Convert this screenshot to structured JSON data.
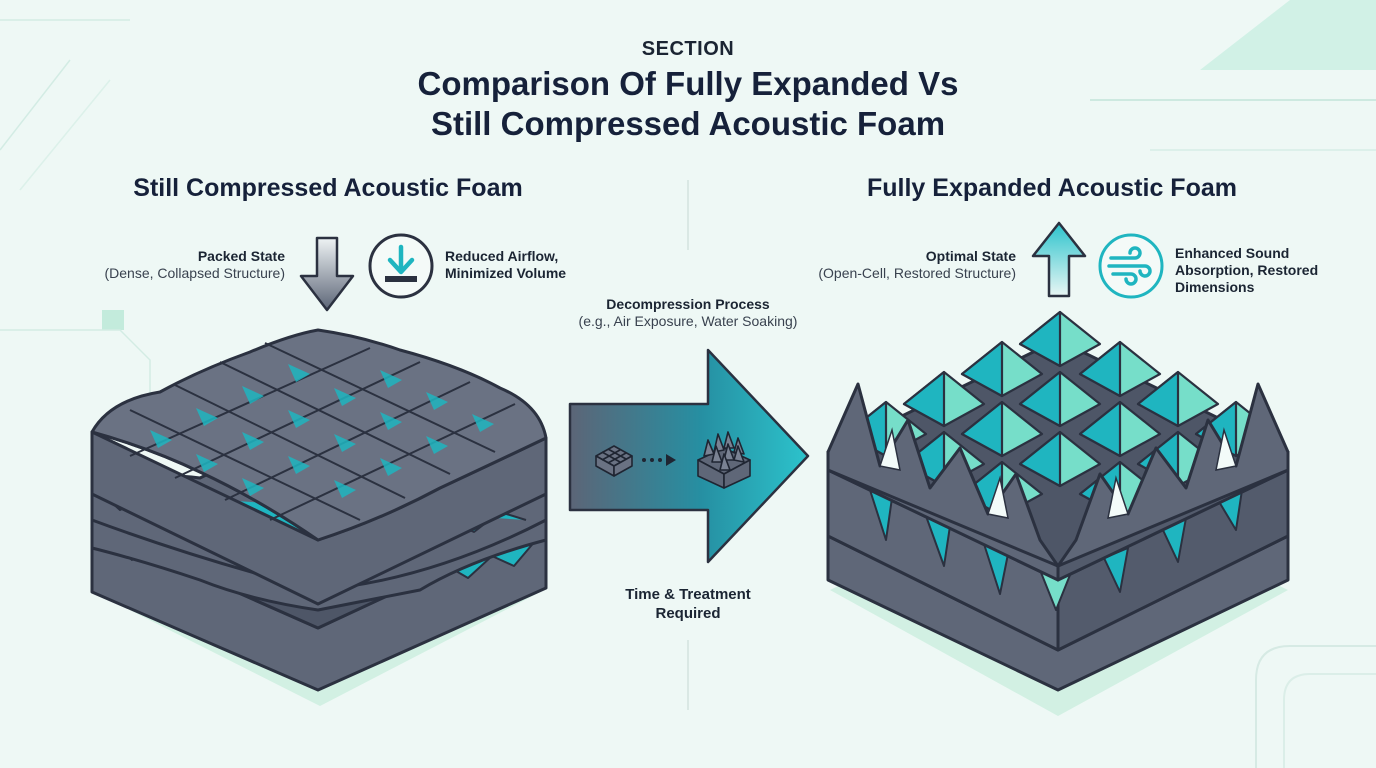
{
  "header": {
    "section": "SECTION",
    "title_line1": "Comparison Of Fully Expanded Vs",
    "title_line2": "Still Compressed Acoustic Foam"
  },
  "left_panel": {
    "title": "Still Compressed Acoustic Foam",
    "state_label": "Packed State",
    "state_detail": "(Dense, Collapsed Structure)",
    "effect_line1": "Reduced Airflow,",
    "effect_line2": "Minimized Volume",
    "arrow_icon": "arrow-down-icon",
    "effect_icon": "compress-icon"
  },
  "process": {
    "title": "Decompression Process",
    "detail": "(e.g., Air Exposure, Water Soaking)",
    "footer_line1": "Time & Treatment",
    "footer_line2": "Required",
    "arrow_icon": "arrow-right-icon"
  },
  "right_panel": {
    "title": "Fully Expanded Acoustic Foam",
    "state_label": "Optimal State",
    "state_detail": "(Open-Cell, Restored Structure)",
    "effect_line1": "Enhanced Sound",
    "effect_line2": "Absorption, Restored",
    "effect_line3": "Dimensions",
    "arrow_icon": "arrow-up-icon",
    "effect_icon": "sound-waves-icon"
  },
  "colors": {
    "background": "#eef8f5",
    "foam_dark": "#5f6778",
    "foam_outline": "#2b3140",
    "accent_teal": "#1fb5c0",
    "accent_mint": "#76dec9"
  }
}
